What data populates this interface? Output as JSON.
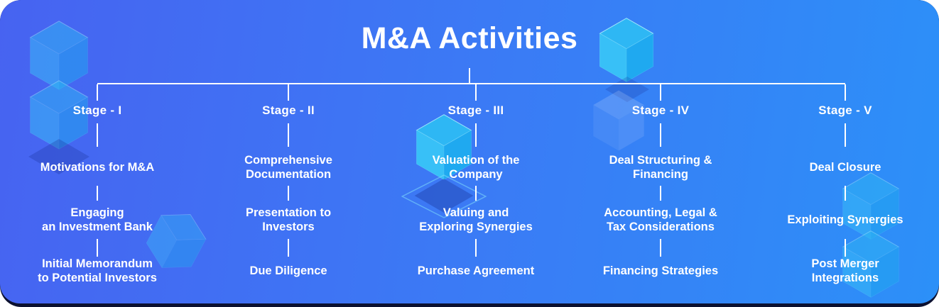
{
  "title": "M&A Activities",
  "stages": [
    {
      "label": "Stage - I",
      "items": [
        "Motivations for M&A",
        "Engaging\nan Investment Bank",
        "Initial Memorandum\nto Potential Investors"
      ]
    },
    {
      "label": "Stage - II",
      "items": [
        "Comprehensive\nDocumentation",
        "Presentation to\nInvestors",
        "Due Diligence"
      ]
    },
    {
      "label": "Stage - III",
      "items": [
        "Valuation of the\nCompany",
        "Valuing and\nExploring Synergies",
        "Purchase Agreement"
      ]
    },
    {
      "label": "Stage - IV",
      "items": [
        "Deal Structuring &\nFinancing",
        "Accounting, Legal &\nTax Considerations",
        "Financing Strategies"
      ]
    },
    {
      "label": "Stage - V",
      "items": [
        "Deal Closure",
        "Exploiting Synergies",
        "Post Merger\nIntegrations"
      ]
    }
  ],
  "colors": {
    "background_gradient_left": "#4763F1",
    "background_gradient_right": "#2C90F8",
    "backing_strip": "#0C1130",
    "text": "#FFFFFF",
    "connector_line": "#FFFFFF",
    "cube_top_face": "#2EB7F4",
    "cube_left_face": "#38C0F7",
    "cube_right_face": "#1FA9F0"
  },
  "decorations": [
    "cube-stack-top-left",
    "cube-beside-title",
    "cube-stage-3",
    "wireframe-diamond-stage-3",
    "ghost-cube-stage-4",
    "cube-stack-stage-5",
    "tilted-cube-stage-1"
  ]
}
